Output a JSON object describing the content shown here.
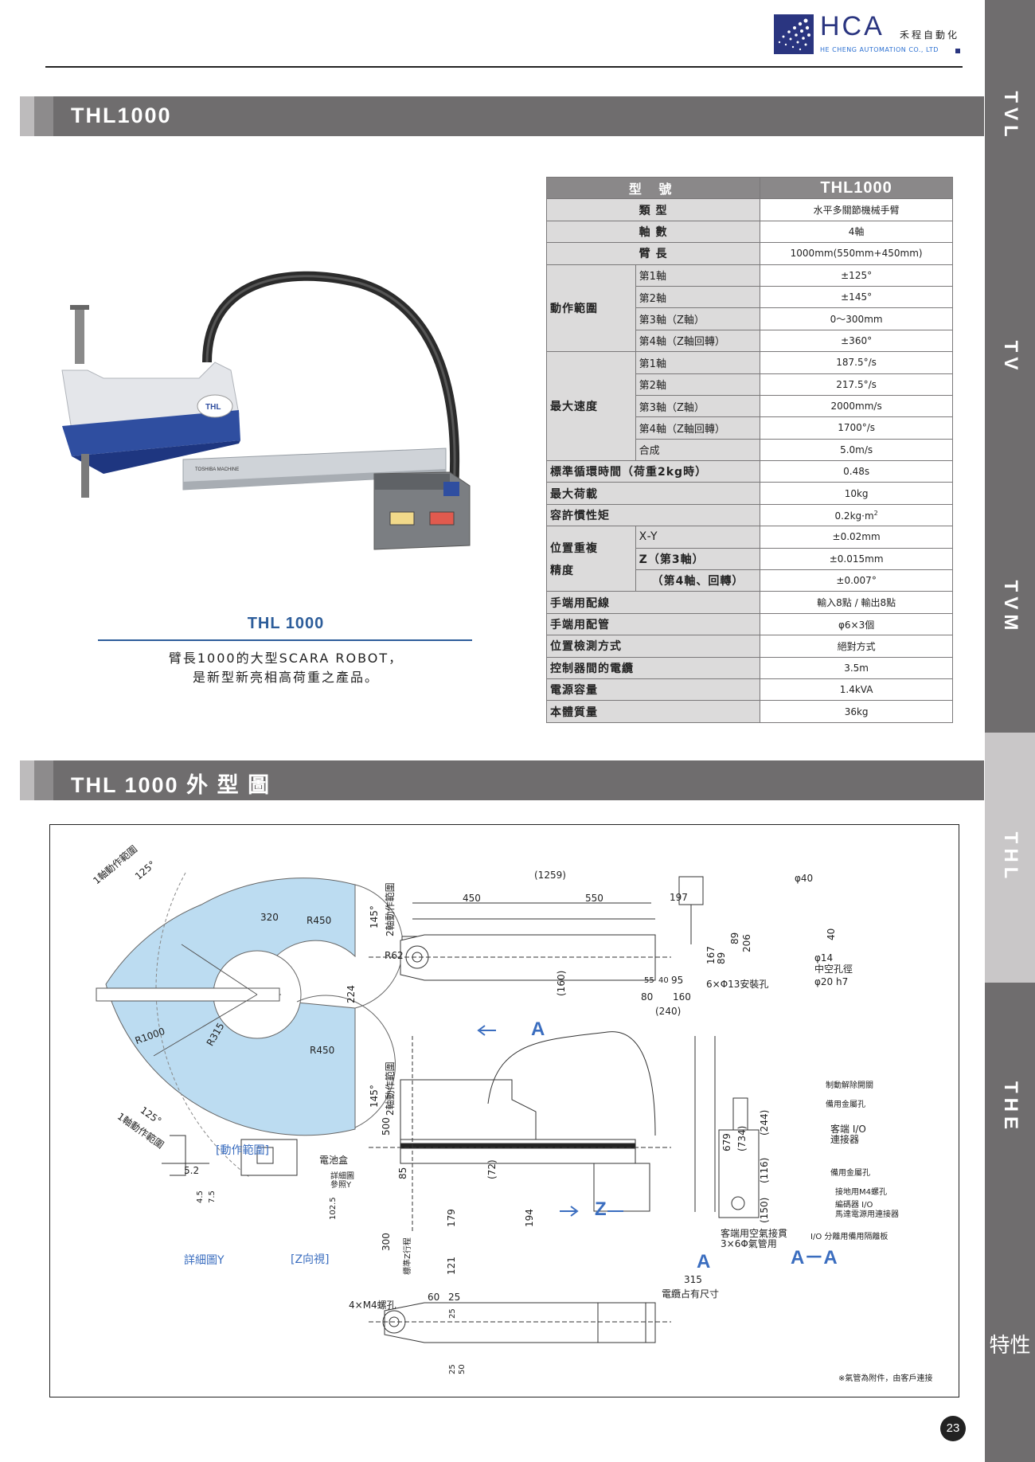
{
  "header": {
    "logo_text": "HCA",
    "company_cn": "禾程自動化",
    "company_en": "HE CHENG AUTOMATION CO., LTD"
  },
  "sidebar": {
    "tabs": [
      {
        "label": "TVL",
        "active": false
      },
      {
        "label": "TV",
        "active": false
      },
      {
        "label": "TVM",
        "active": false
      },
      {
        "label": "THL",
        "active": true
      },
      {
        "label": "THE",
        "active": false
      },
      {
        "label": "特性",
        "active": false
      }
    ]
  },
  "section1": {
    "title": "THL1000"
  },
  "product": {
    "name": "THL 1000",
    "desc_line1": "臂長1000的大型SCARA ROBOT，",
    "desc_line2": "是新型新亮相高荷重之產品。"
  },
  "spec": {
    "header_label": "型 號",
    "header_value": "THL1000",
    "rows": {
      "type": {
        "label": "類 型",
        "value": "水平多關節機械手臂"
      },
      "axes": {
        "label": "軸 數",
        "value": "4軸"
      },
      "arm": {
        "label": "臂 長",
        "value": "1000mm(550mm+450mm)"
      },
      "range": {
        "label": "動作範圍",
        "items": [
          {
            "sub": "第1軸",
            "value": "±125°"
          },
          {
            "sub": "第2軸",
            "value": "±145°"
          },
          {
            "sub": "第3軸（Z軸）",
            "value": "0～300mm"
          },
          {
            "sub": "第4軸（Z軸回轉）",
            "value": "±360°"
          }
        ]
      },
      "speed": {
        "label": "最大速度",
        "items": [
          {
            "sub": "第1軸",
            "value": "187.5°/s"
          },
          {
            "sub": "第2軸",
            "value": "217.5°/s"
          },
          {
            "sub": "第3軸（Z軸）",
            "value": "2000mm/s"
          },
          {
            "sub": "第4軸（Z軸回轉）",
            "value": "1700°/s"
          },
          {
            "sub": "合成",
            "value": "5.0m/s"
          }
        ]
      },
      "cycle": {
        "label": "標準循環時間（荷重2kg時）",
        "value": "0.48s"
      },
      "payload": {
        "label": "最大荷載",
        "value": "10kg"
      },
      "inertia": {
        "label": "容許慣性矩",
        "value": "0.2kg·m",
        "sup": "2"
      },
      "repeat": {
        "label_line1": "位置重複",
        "label_line2": "精度",
        "items": [
          {
            "sub": "X-Y",
            "value": "±0.02mm"
          },
          {
            "sub": "Z（第3軸）",
            "value": "±0.015mm"
          },
          {
            "sub": "（第4軸、回轉）",
            "value": "±0.007°"
          }
        ]
      },
      "wiring": {
        "label": "手端用配線",
        "value": "輸入8點 / 輸出8點"
      },
      "piping": {
        "label": "手端用配管",
        "value": "φ6×3個"
      },
      "detect": {
        "label": "位置檢測方式",
        "value": "絕對方式"
      },
      "cable": {
        "label": "控制器間的電纜",
        "value": "3.5m"
      },
      "power": {
        "label": "電源容量",
        "value": "1.4kVA"
      },
      "mass": {
        "label": "本體質量",
        "value": "36kg"
      }
    }
  },
  "section2": {
    "title": "THL 1000 外 型 圖"
  },
  "drawing": {
    "range_axis1_top": "1軸動作範圍",
    "deg125_top": "125°",
    "range_axis1_bottom": "1軸動作範圍",
    "deg125_bottom": "125°",
    "range_axis2_top": "2軸動作範圍",
    "deg145_top": "145°",
    "range_axis2_bottom": "2軸動作範圍",
    "deg145_bottom": "145°",
    "d320": "320",
    "r450_top": "R450",
    "r450_bottom": "R450",
    "r62": "R62",
    "d224": "224",
    "r1000": "R1000",
    "r315": "R315",
    "range_caption": "[動作範圍]",
    "d1259": "(1259)",
    "d450": "450",
    "d550": "550",
    "d197": "197",
    "d89a": "89",
    "d89b": "89",
    "d167": "167",
    "d206": "206",
    "d160p": "(160)",
    "d55": "55",
    "d40s": "40",
    "d95": "95",
    "mount_holes": "6×Φ13安裝孔",
    "d80": "80",
    "d160": "160",
    "d240": "(240)",
    "phi40": "φ40",
    "d40": "40",
    "phi14": "φ14",
    "hollow": "中空孔徑",
    "phi20": "φ20 h7",
    "A_top": "A",
    "A_bottom": "A",
    "AA": "A－A",
    "Z": "Z",
    "d500": "500",
    "d85": "85",
    "d72": "(72)",
    "d300": "300",
    "stroke": "標準Z行程",
    "d179": "179",
    "d121": "121",
    "d194": "194",
    "d679": "679",
    "d734": "(734)",
    "d244": "(244)",
    "d116": "(116)",
    "d150": "(150)",
    "d315": "315",
    "cable_size": "電纜占有尺寸",
    "air_line1": "客端用空氣接貫",
    "air_line2": "3×6Φ氣管用",
    "brake": "制動解除開關",
    "spare_metal1": "備用金屬孔",
    "client_io_1": "客端 I/O",
    "client_io_2": "連接器",
    "spare_metal2": "備用金屬孔",
    "ground": "接地用M4螺孔",
    "enc_io_1": "編碼器 I/O",
    "enc_io_2": "馬達電源用連接器",
    "io_sep": "I/O 分離用備用隔離板",
    "battery": "電池盒",
    "detail_ref1": "詳細圖",
    "detail_ref2": "參照Y",
    "d5_2": "5.2",
    "d4_5": "4.5",
    "d7_5": "7.5",
    "d102_5": "102.5",
    "detail_y": "詳細圖Y",
    "z_view": "[Z向視]",
    "m4_holes": "4×M4螺孔",
    "d60": "60",
    "d25a": "25",
    "d25b": "25",
    "d25c": "25",
    "d50": "50",
    "note": "※氣管為附件，由客戶連接"
  },
  "page_number": "23"
}
